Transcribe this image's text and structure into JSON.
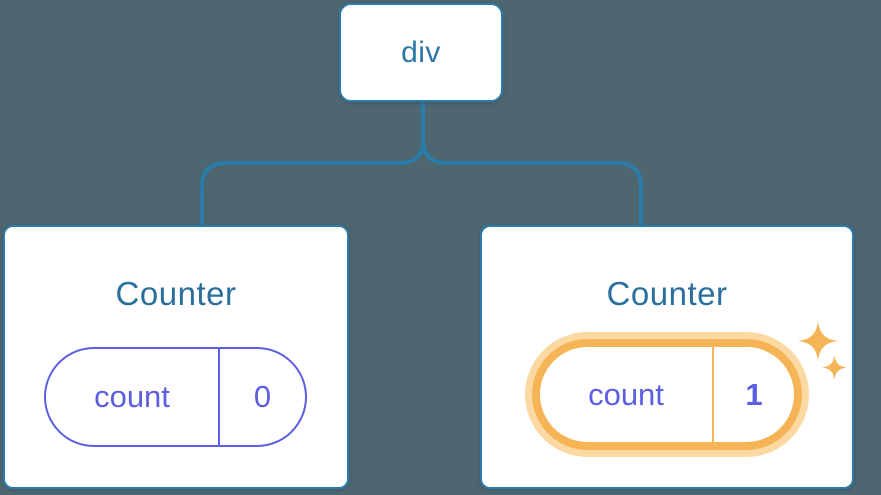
{
  "diagram_title": "react-component-tree-state-diagram",
  "colors": {
    "background": "#4d666f",
    "connector_blue": "#2b7cab",
    "node_border_blue": "#2b7cab",
    "root_label_blue": "#2d77a7",
    "counter_title_blue": "#2b6f9e",
    "state_purple": "#5c5fe0",
    "highlight_orange": "#f5b455",
    "highlight_halo_orange": "#fcd9a2",
    "node_fill": "#ffffff"
  },
  "tree": {
    "root": {
      "label": "div"
    },
    "children": [
      {
        "title": "Counter",
        "state_key": "count",
        "state_value": "0",
        "highlighted": false
      },
      {
        "title": "Counter",
        "state_key": "count",
        "state_value": "1",
        "highlighted": true
      }
    ]
  },
  "icons": {
    "sparkle_big": "sparkle-icon",
    "sparkle_small": "sparkle-icon"
  }
}
